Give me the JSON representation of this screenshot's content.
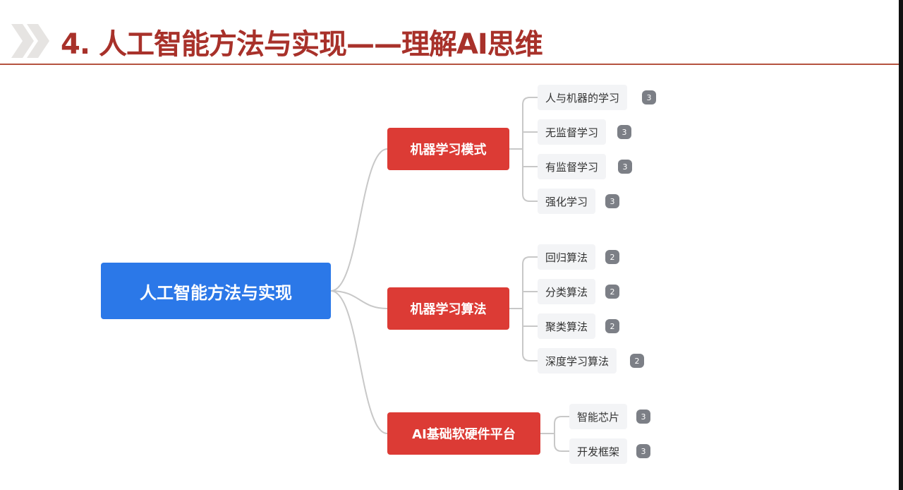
{
  "header": {
    "title": "4. 人工智能方法与实现——理解AI思维"
  },
  "mindmap": {
    "root": "人工智能方法与实现",
    "branches": [
      {
        "label": "机器学习模式",
        "children": [
          {
            "label": "人与机器的学习",
            "count": "3"
          },
          {
            "label": "无监督学习",
            "count": "3"
          },
          {
            "label": "有监督学习",
            "count": "3"
          },
          {
            "label": "强化学习",
            "count": "3"
          }
        ]
      },
      {
        "label": "机器学习算法",
        "children": [
          {
            "label": "回归算法",
            "count": "2"
          },
          {
            "label": "分类算法",
            "count": "2"
          },
          {
            "label": "聚类算法",
            "count": "2"
          },
          {
            "label": "深度学习算法",
            "count": "2"
          }
        ]
      },
      {
        "label": "AI基础软硬件平台",
        "children": [
          {
            "label": "智能芯片",
            "count": "3"
          },
          {
            "label": "开发框架",
            "count": "3"
          }
        ]
      }
    ]
  },
  "colors": {
    "title": "#a8312a",
    "root": "#2b78e8",
    "branch": "#dc3b35",
    "badge": "#7c7f86"
  }
}
